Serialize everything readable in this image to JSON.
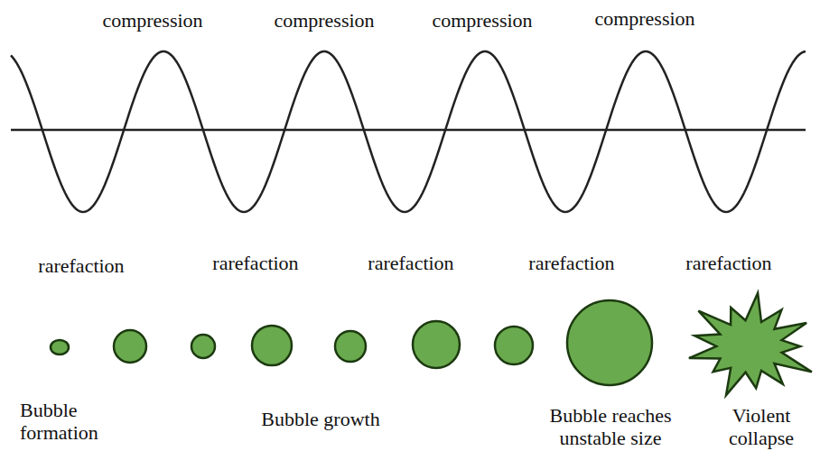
{
  "diagram": {
    "labels": [
      "compression",
      "compression",
      "compression",
      "compression",
      "rarefaction",
      "rarefaction",
      "rarefaction",
      "rarefaction",
      "rarefaction",
      "Bubble formation",
      "Bubble growth",
      "Bubble reaches unstable size",
      "Violent collapse"
    ]
  }
}
